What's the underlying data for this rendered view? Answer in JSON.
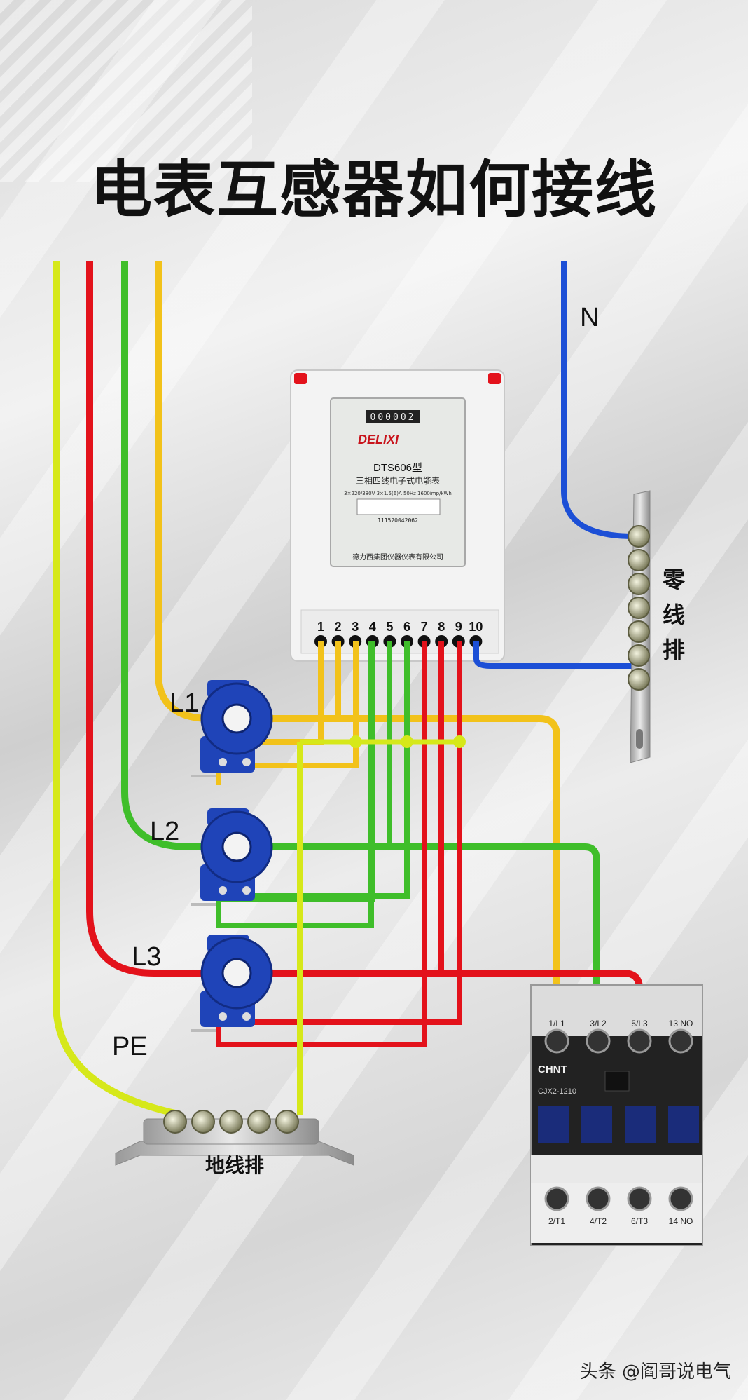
{
  "title": "电表互感器如何接线",
  "line_labels": {
    "l1": "L1",
    "l2": "L2",
    "l3": "L3",
    "pe": "PE",
    "n": "N"
  },
  "neutral_bar_label": [
    "零",
    "线",
    "排"
  ],
  "ground_bar_label": "地线排",
  "meter": {
    "brand": "DELIXI",
    "model": "DTS606型",
    "description": "三相四线电子式电能表",
    "rating": "3×220/380V 3×1.5(6)A 50Hz 1600imp/kWh",
    "digits": "000002",
    "serial": "111520042062",
    "maker": "德力西集团仪器仪表有限公司",
    "terminals": [
      "1",
      "2",
      "3",
      "4",
      "5",
      "6",
      "7",
      "8",
      "9",
      "10"
    ]
  },
  "contactor": {
    "brand": "CHNT",
    "model": "CJX2-1210",
    "top_terminals": [
      "1/L1",
      "3/L2",
      "5/L3",
      "13 NO"
    ],
    "bottom_terminals": [
      "2/T1",
      "4/T2",
      "6/T3",
      "14 NO"
    ]
  },
  "watermark": "头条 @阎哥说电气",
  "colors": {
    "yellow": "#f2c21a",
    "red": "#e3121b",
    "green": "#3fbe2a",
    "pe_yellow_green": "#d6e81a",
    "blue": "#1c4fd6",
    "ct_blue": "#1f44b8"
  }
}
